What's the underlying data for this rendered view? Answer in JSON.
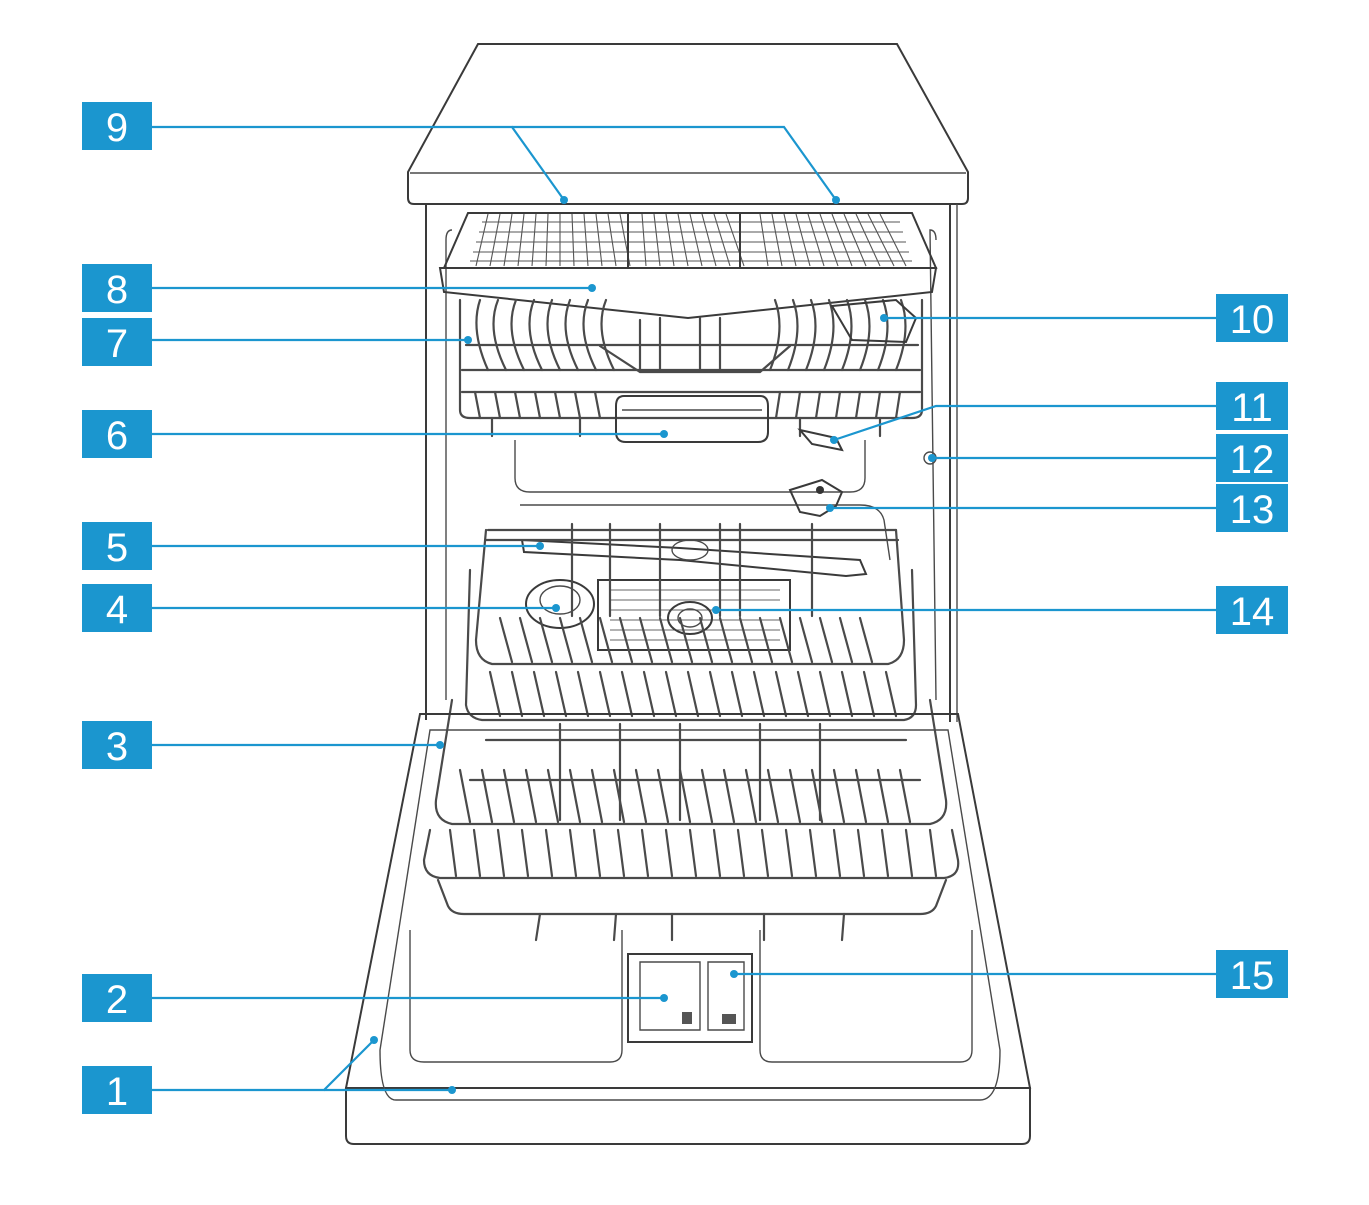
{
  "diagram": {
    "appliance": "dishwasher-front-view",
    "accent_color": "#1b96cf",
    "line_color": "#3a3a3a",
    "callouts": [
      {
        "id": "c1",
        "label": "1"
      },
      {
        "id": "c2",
        "label": "2"
      },
      {
        "id": "c3",
        "label": "3"
      },
      {
        "id": "c4",
        "label": "4"
      },
      {
        "id": "c5",
        "label": "5"
      },
      {
        "id": "c6",
        "label": "6"
      },
      {
        "id": "c7",
        "label": "7"
      },
      {
        "id": "c8",
        "label": "8"
      },
      {
        "id": "c9",
        "label": "9"
      },
      {
        "id": "c10",
        "label": "10"
      },
      {
        "id": "c11",
        "label": "11"
      },
      {
        "id": "c12",
        "label": "12"
      },
      {
        "id": "c13",
        "label": "13"
      },
      {
        "id": "c14",
        "label": "14"
      },
      {
        "id": "c15",
        "label": "15"
      }
    ]
  }
}
